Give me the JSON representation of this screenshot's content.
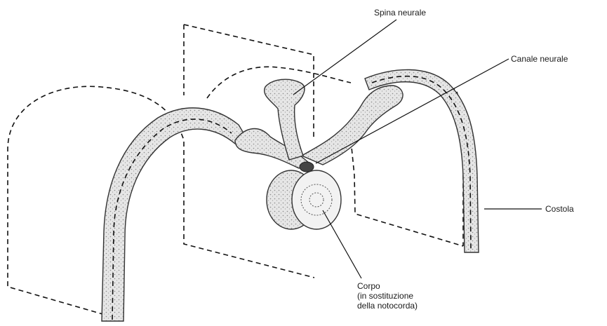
{
  "labels": {
    "spina": "Spina neurale",
    "canale": "Canale neurale",
    "costola": "Costola",
    "corpo": [
      "Corpo",
      "(in sostituzione",
      "della notocorda)"
    ]
  }
}
